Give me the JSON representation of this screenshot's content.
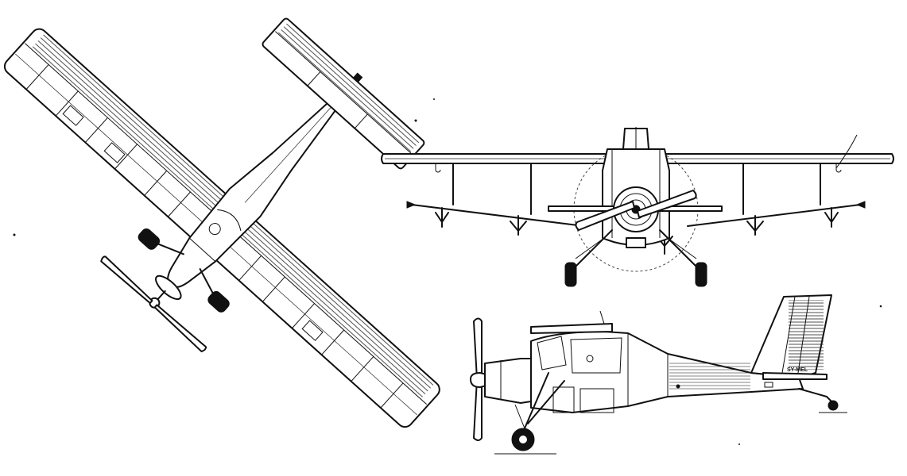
{
  "drawing": {
    "views": [
      "plan-view",
      "front-view",
      "side-view"
    ],
    "registration_marking": "SY-MEL",
    "line_color": "#111111",
    "background_color": "#ffffff"
  }
}
